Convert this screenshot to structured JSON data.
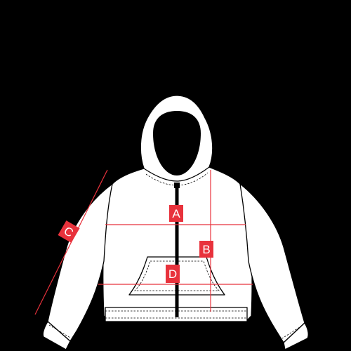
{
  "diagram": {
    "background_color": "#000000",
    "garment_fill": "#ffffff",
    "outline_color": "#000000",
    "measure_color": "#e8323c",
    "labels": {
      "a": "A",
      "b": "B",
      "c": "C",
      "d": "D"
    }
  }
}
